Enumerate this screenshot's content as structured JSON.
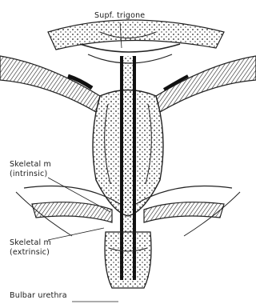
{
  "figure": {
    "labels": {
      "superficial_trigone": "Supf. trigone",
      "sphincter_intrinsic_line1": "Skeletal m",
      "sphincter_intrinsic_line2": "(intrinsic)",
      "sphincter_extrinsic_line1": "Skeletal m",
      "sphincter_extrinsic_line2": "(extrinsic)",
      "bulbar_urethra": "Bulbar urethra"
    }
  }
}
